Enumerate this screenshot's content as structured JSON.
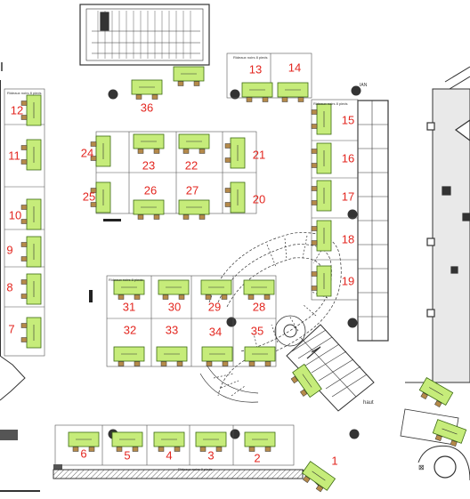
{
  "colors": {
    "table": "#c6ec7a",
    "table_stroke": "#3c6a12",
    "label": "#e3261f",
    "wall": "#333333",
    "line": "#555555"
  },
  "booths": [
    {
      "number": "1"
    },
    {
      "number": "2"
    },
    {
      "number": "3"
    },
    {
      "number": "4"
    },
    {
      "number": "5"
    },
    {
      "number": "6"
    },
    {
      "number": "7"
    },
    {
      "number": "8"
    },
    {
      "number": "9"
    },
    {
      "number": "10"
    },
    {
      "number": "11"
    },
    {
      "number": "12"
    },
    {
      "number": "13"
    },
    {
      "number": "14"
    },
    {
      "number": "15"
    },
    {
      "number": "16"
    },
    {
      "number": "17"
    },
    {
      "number": "18"
    },
    {
      "number": "19"
    },
    {
      "number": "20"
    },
    {
      "number": "21"
    },
    {
      "number": "22"
    },
    {
      "number": "23"
    },
    {
      "number": "24"
    },
    {
      "number": "25"
    },
    {
      "number": "26"
    },
    {
      "number": "27"
    },
    {
      "number": "28"
    },
    {
      "number": "29"
    },
    {
      "number": "30"
    },
    {
      "number": "31"
    },
    {
      "number": "32"
    },
    {
      "number": "33"
    },
    {
      "number": "34"
    },
    {
      "number": "35"
    },
    {
      "number": "36"
    }
  ],
  "labels": {
    "partition": "Rideaux noirs 8 pieds",
    "haut": "haut",
    "ian": "IAN"
  }
}
